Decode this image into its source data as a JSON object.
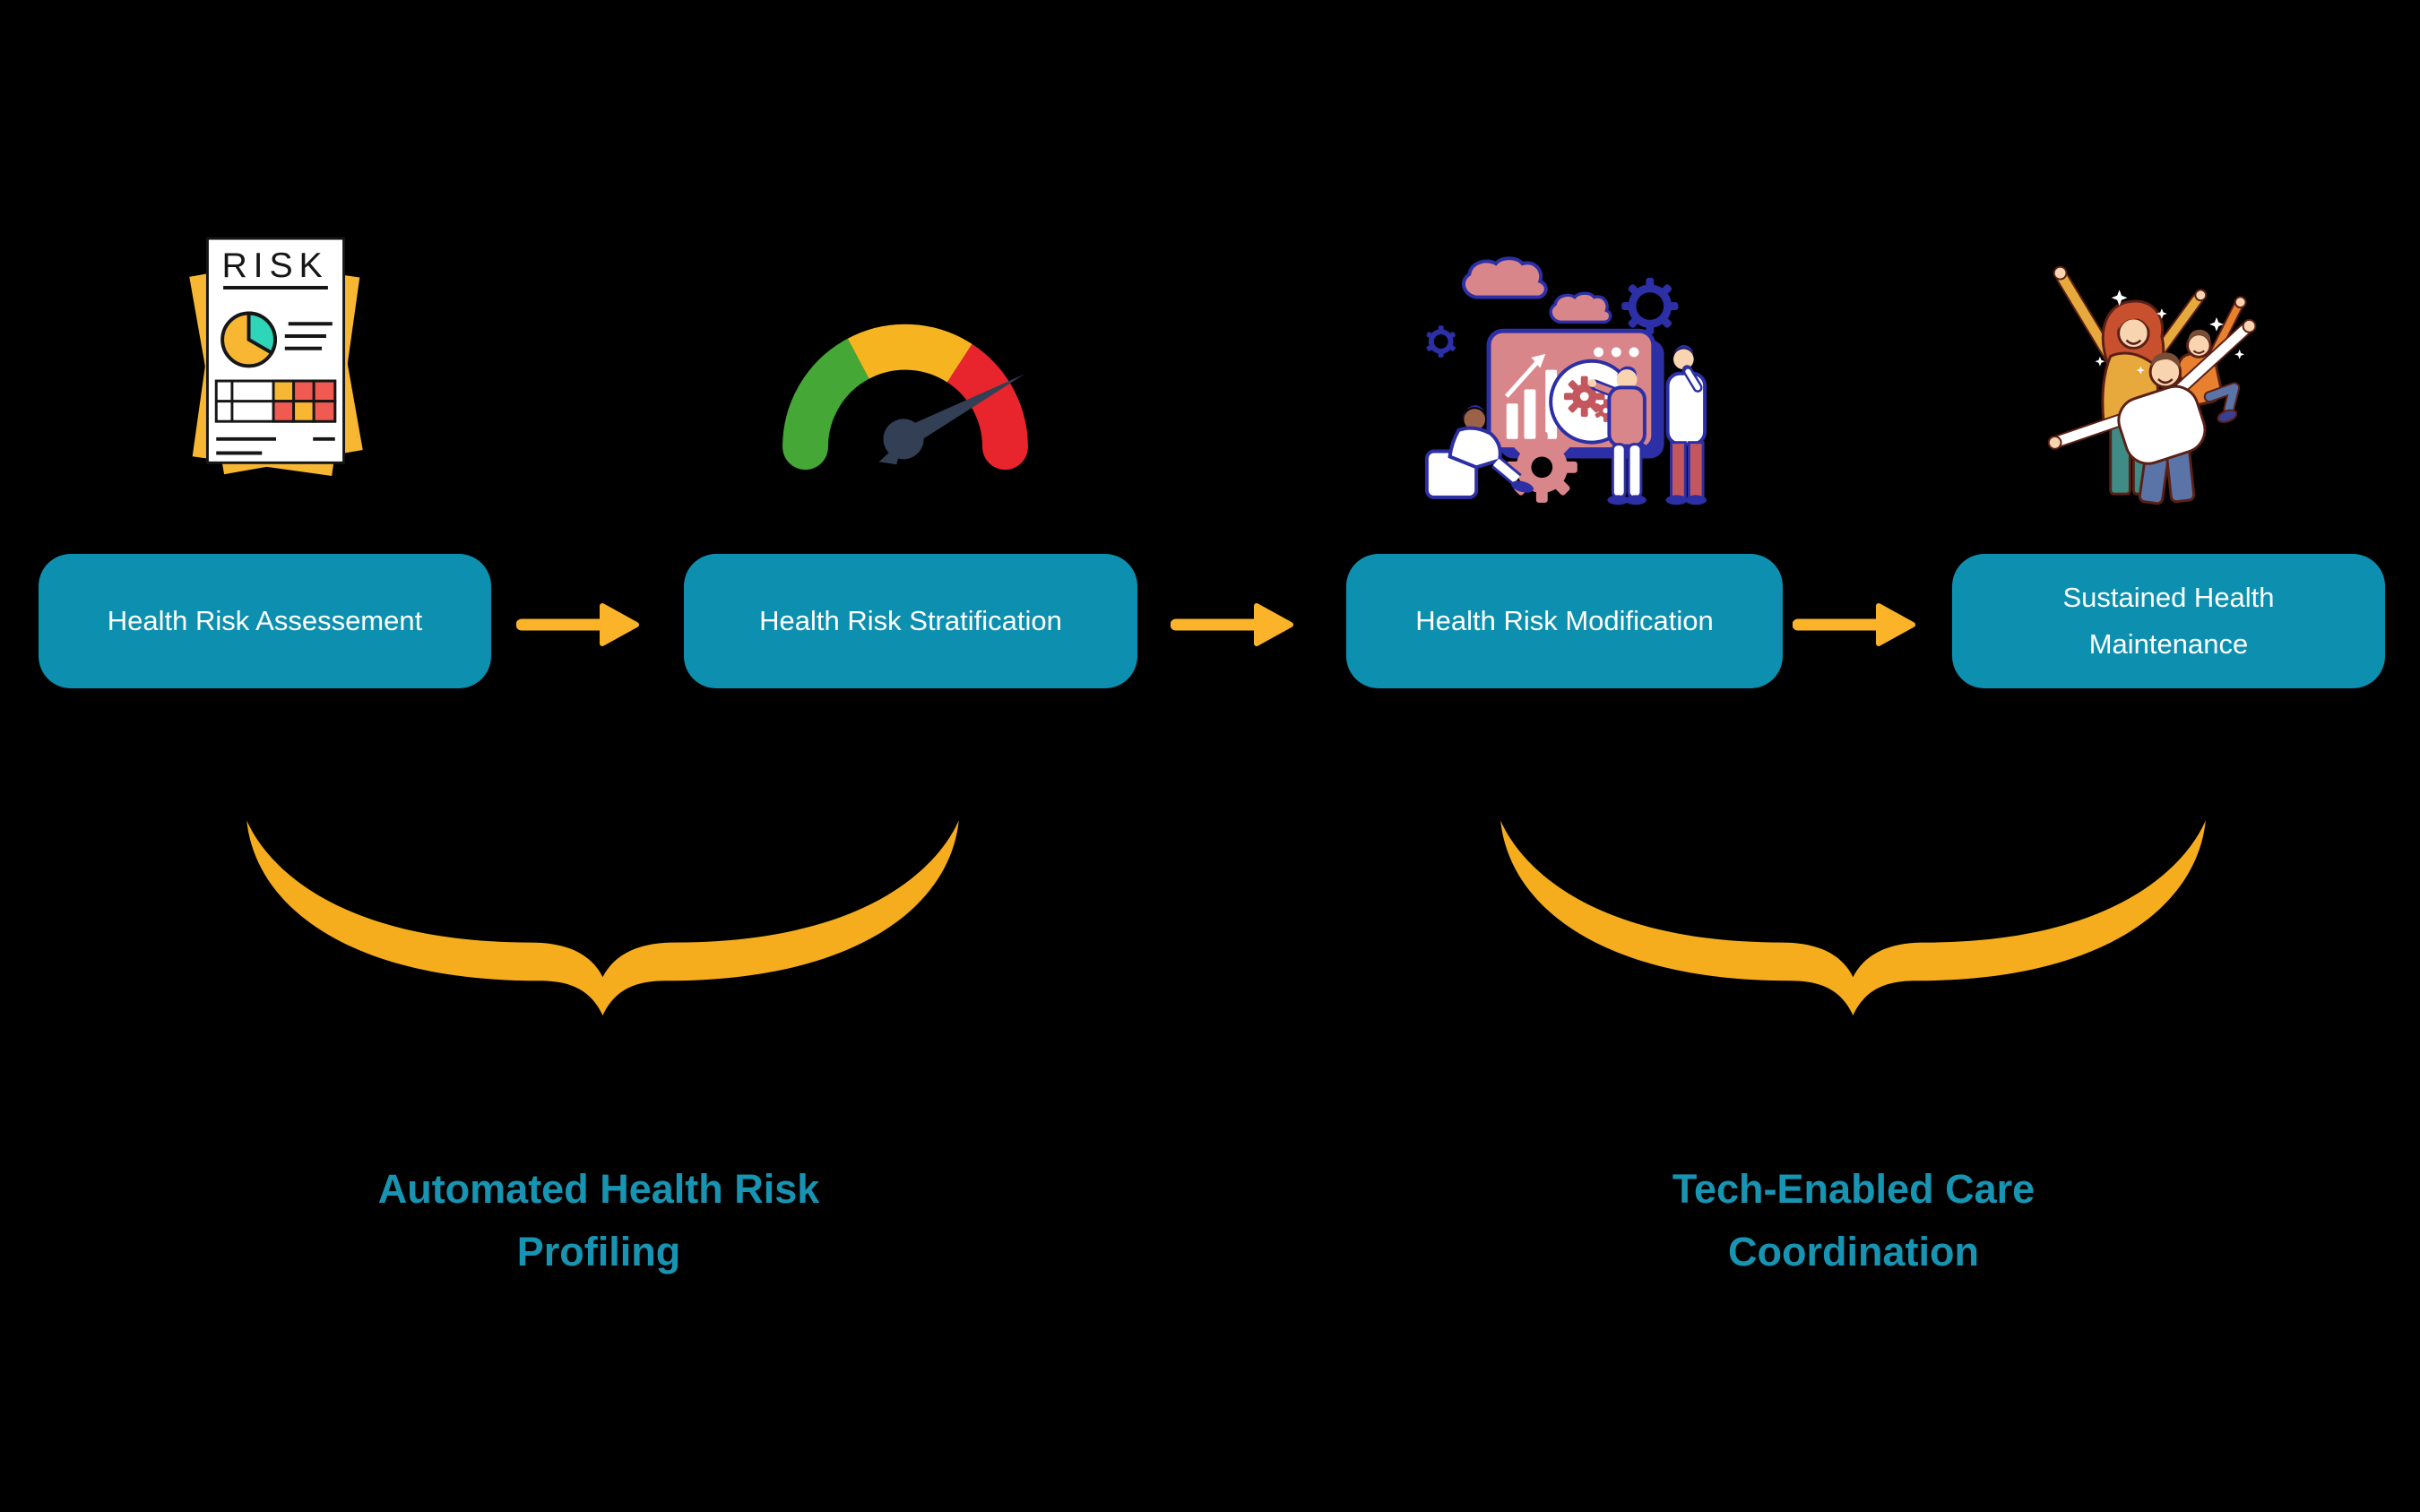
{
  "colors": {
    "background": "#000000",
    "step_box_fill": "#0D90B0",
    "step_box_text": "#FFFFFF",
    "arrow": "#FBB32A",
    "brace": "#F5AD1D",
    "group_label_text": "#1794B2",
    "gauge_green": "#45A736",
    "gauge_yellow": "#F7B421",
    "gauge_red": "#E8252C",
    "gauge_needle": "#333F54",
    "doc_yellow": "#F7B733",
    "doc_teal": "#2FD5B8",
    "doc_red": "#F05A50",
    "doc_ink": "#161616",
    "illustration_rose": "#D9868B",
    "illustration_rose_dark": "#C4565E",
    "illustration_navy": "#2C2FA5",
    "family_outline": "#5A2016",
    "skin": "#F8D4B0",
    "mom_hair": "#C8502F",
    "mom_shirt": "#E8A93C",
    "mom_pants": "#3E8C85",
    "dad_hair": "#7A4E35",
    "jeans": "#5B74A8",
    "child_shirt": "#E8802F"
  },
  "flow": {
    "connector": "arrow-right",
    "steps": [
      {
        "label": "Health Risk Assessement",
        "icon": "risk-report-icon",
        "icon_text": "RISK"
      },
      {
        "label": "Health Risk Stratification",
        "icon": "gauge-icon"
      },
      {
        "label": "Health Risk Modification",
        "icon": "care-team-icon"
      },
      {
        "label": "Sustained Health Maintenance",
        "icon": "happy-family-icon"
      }
    ]
  },
  "groups": [
    {
      "label": "Automated Health Risk Profiling",
      "covers_steps": [
        1,
        2
      ]
    },
    {
      "label": "Tech-Enabled Care Coordination",
      "covers_steps": [
        3,
        4
      ]
    }
  ]
}
